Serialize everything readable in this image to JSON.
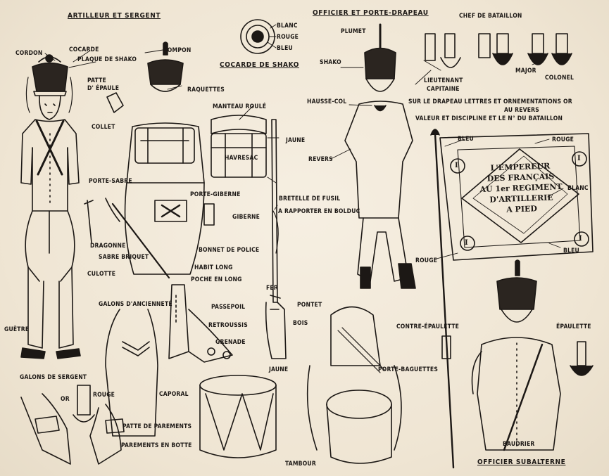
{
  "titles": {
    "left": "ARTILLEUR ET SERGENT",
    "cockade": "COCARDE DE SHAKO",
    "officer": "OFFICIER ET PORTE-DRAPEAU",
    "subaltern": "OFFICIER SUBALTERNE"
  },
  "labels": {
    "cordon": "CORDON",
    "cocarde": "COCARDE",
    "plaque_de_shako": "PLAQUE DE SHAKO",
    "pompon": "POMPON",
    "patte_epaule_1": "PATTE",
    "patte_epaule_2": "D' ÉPAULE",
    "collet": "COLLET",
    "raquettes": "RAQUETTES",
    "manteau_roule": "MANTEAU ROULÉ",
    "havresac": "HAVRESAC",
    "porte_sabre": "PORTE-SABRE",
    "porte_giberne": "PORTE-GIBERNE",
    "giberne": "GIBERNE",
    "dragonne": "DRAGONNE",
    "sabre_briquet": "SABRE BRIQUET",
    "bonnet_de_police": "BONNET DE POLICE",
    "habit_long": "HABIT LONG",
    "culotte": "CULOTTE",
    "poche_en_long": "POCHE EN LONG",
    "passepoil": "PASSEPOIL",
    "galons_anciennete": "GALONS D'ANCIENNETÉ",
    "retroussis": "RETROUSSIS",
    "grenade": "GRENADE",
    "guetre": "GUÊTRE",
    "galons_de_sergent": "GALONS DE SERGENT",
    "or_1": "OR",
    "rouge_1": "ROUGE",
    "caporal": "CAPORAL",
    "patte_de_parements": "PATTE DE PAREMENTS",
    "parements_en_botte": "PAREMENTS EN BOTTE",
    "jaune_1": "JAUNE",
    "bretelle_de_fusil": "BRETELLE DE FUSIL",
    "a_rapporter": "A RAPPORTER EN BOLDUC",
    "fer": "FER",
    "pontet": "PONTET",
    "bois": "BOIS",
    "jaune_2": "JAUNE",
    "tambour": "TAMBOUR",
    "porte_baguettes": "PORTE-BAGUETTES",
    "blanc_1": "BLANC",
    "rouge_2": "ROUGE",
    "bleu_1": "BLEU",
    "plumet": "PLUMET",
    "shako": "SHAKO",
    "hausse_col": "HAUSSE-COL",
    "revers": "REVERS",
    "chef_de_bataillon": "CHEF DE BATAILLON",
    "lieutenant": "LIEUTENANT",
    "capitaine": "CAPITAINE",
    "major": "MAJOR",
    "colonel": "COLONEL",
    "drapeau_1": "SUR LE DRAPEAU LETTRES ET ORNEMENTATIONS OR",
    "drapeau_2": "AU REVERS",
    "drapeau_3": "VALEUR ET DISCIPLINE ET LE N° DU BATAILLON",
    "bleu_2": "BLEU",
    "rouge_3": "ROUGE",
    "blanc_2": "BLANC",
    "bleu_3": "BLEU",
    "rouge_4": "ROUGE",
    "contre_epaulette": "CONTRE-ÉPAULETTE",
    "epaulette": "ÉPAULETTE",
    "baudrier": "BAUDRIER"
  },
  "flag": {
    "line1": "L'EMPEREUR",
    "line2": "DES FRANÇAIS",
    "line3": "AU 1er REGIMENT",
    "line4": "D'ARTILLERIE",
    "line5": "A PIED",
    "corner_numeral": "I"
  },
  "colors": {
    "paper": "#f1e9da",
    "ink": "#1c1815"
  }
}
